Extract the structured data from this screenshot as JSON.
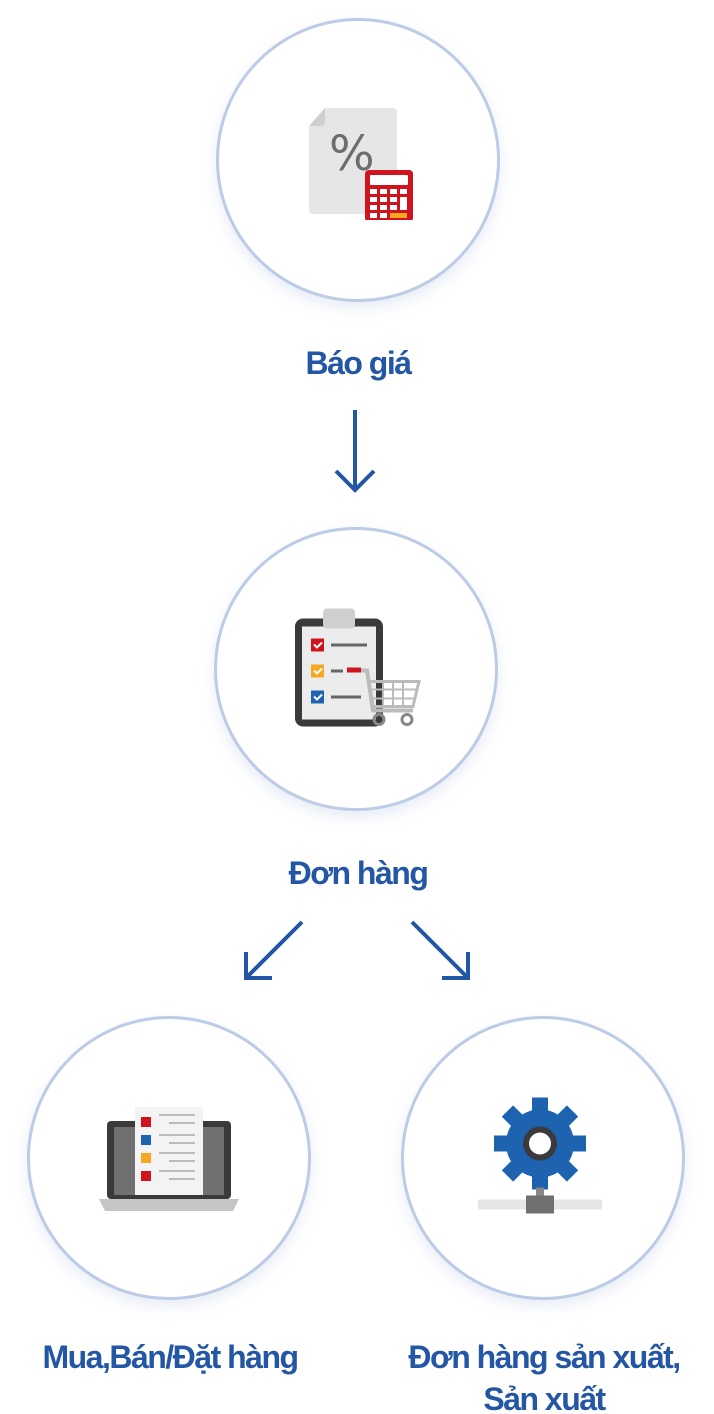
{
  "steps": {
    "quote": {
      "label": "Báo giá",
      "icon": "percent-document-calculator-icon"
    },
    "order": {
      "label": "Đơn hàng",
      "icon": "clipboard-cart-icon"
    },
    "purchase_sale": {
      "label": "Mua,Bán/Đặt hàng",
      "icon": "laptop-checklist-icon"
    },
    "production": {
      "label_line1": "Đơn hàng sản xuất,",
      "label_line2": "Sản xuất",
      "icon": "gear-network-icon"
    }
  },
  "colors": {
    "accent": "#2456a6",
    "circle_border": "#bccbe6",
    "red": "#d0141e",
    "orange": "#f7a823",
    "blue": "#1e63b0"
  }
}
